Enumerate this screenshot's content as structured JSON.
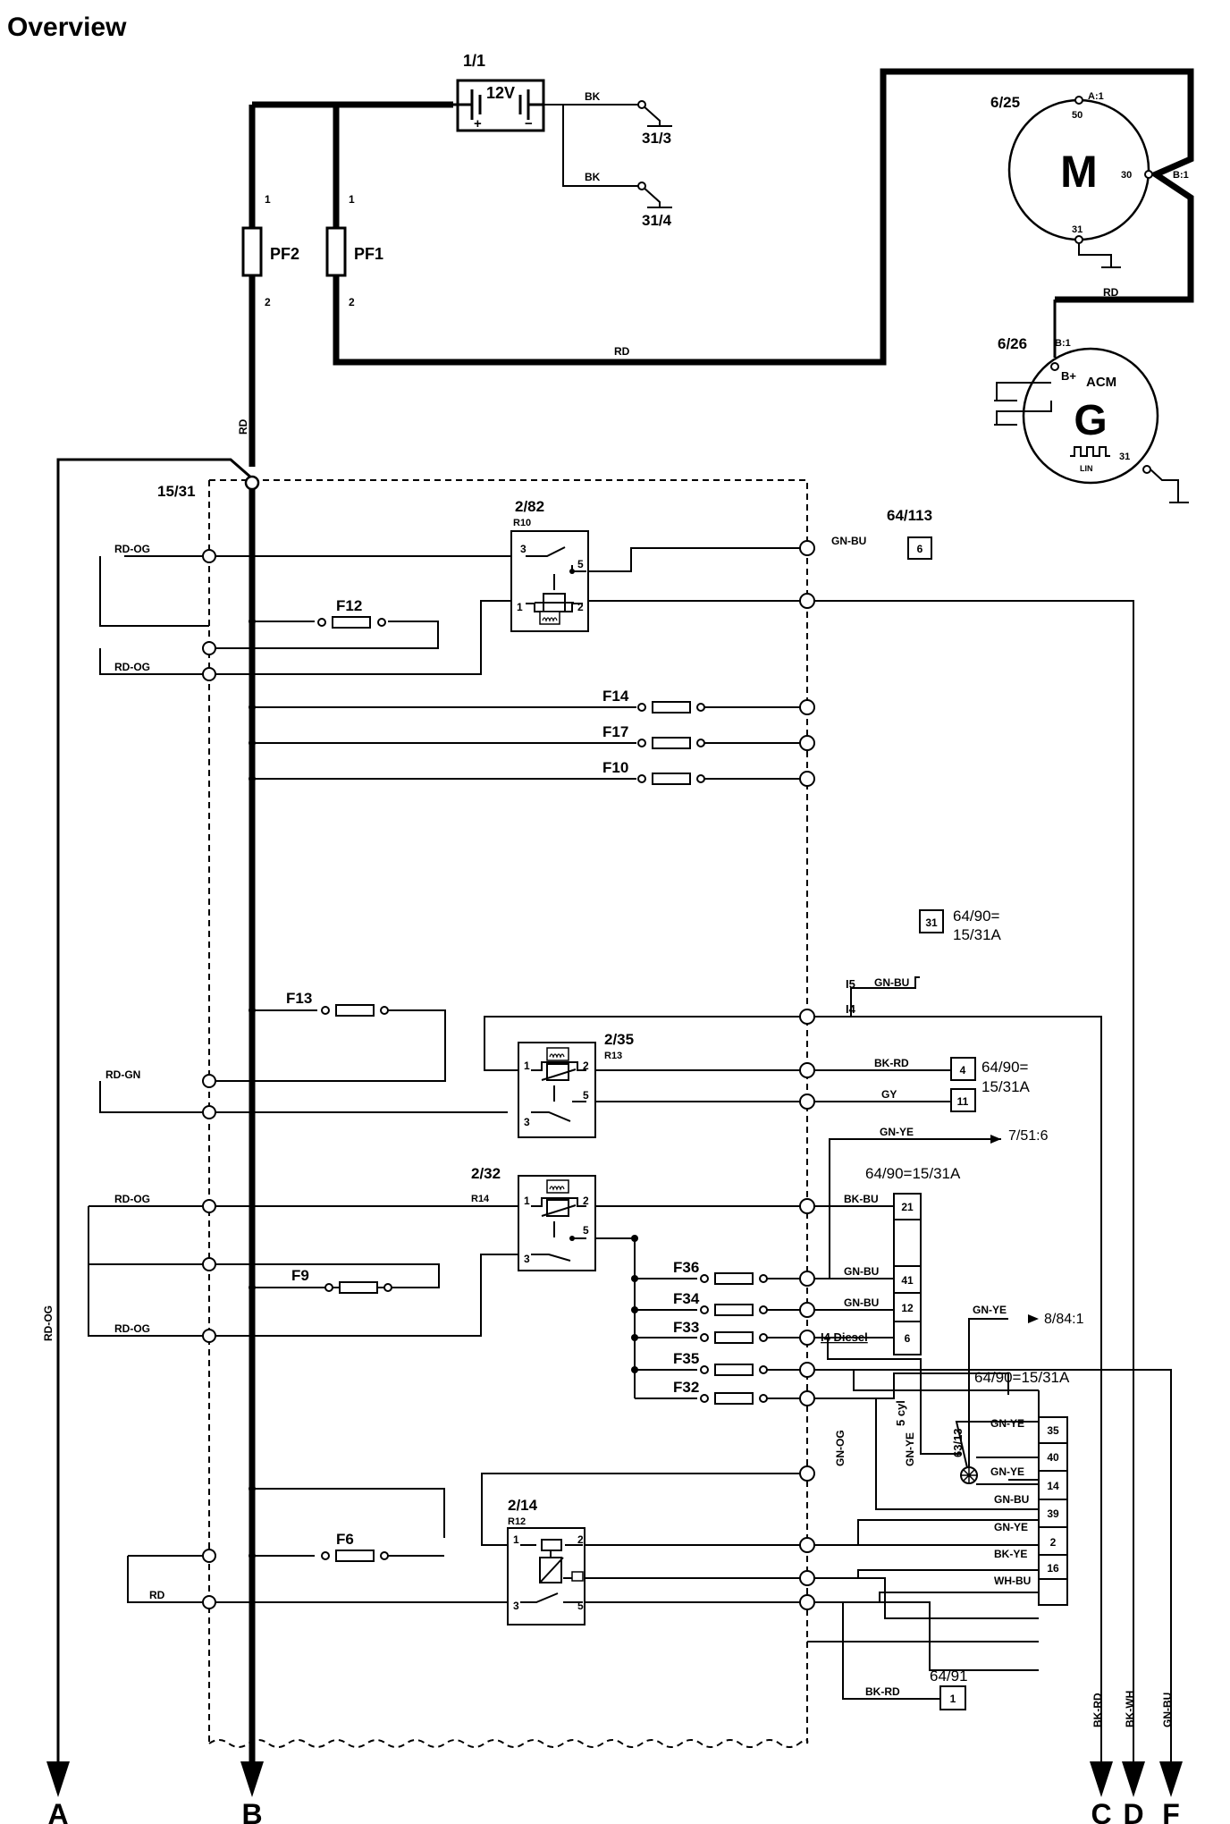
{
  "title": "Overview",
  "battery": {
    "id": "1/1",
    "voltage": "12V",
    "plus": "+",
    "minus": "−"
  },
  "grounds": {
    "g1": "31/3",
    "g2": "31/4",
    "wire": "BK"
  },
  "fuses_main": {
    "pf2": "PF2",
    "pf1": "PF1",
    "pin1": "1",
    "pin2": "2"
  },
  "starter": {
    "id": "6/25",
    "symbol": "M",
    "pin_a": "A:1",
    "pin_50": "50",
    "pin_30": "30",
    "pin_b": "B:1",
    "pin_31": "31"
  },
  "alternator": {
    "id": "6/26",
    "symbol": "G",
    "pin_b": "B:1",
    "pin_bplus": "B+",
    "acm": "ACM",
    "lin": "LIN",
    "pin_31": "31"
  },
  "box": {
    "id": "15/31"
  },
  "relays": {
    "r82": {
      "id": "2/82",
      "ref": "R10"
    },
    "r35": {
      "id": "2/35",
      "ref": "R13"
    },
    "r32": {
      "id": "2/32",
      "ref": "R14"
    },
    "r14": {
      "id": "2/14",
      "ref": "R12"
    },
    "p1": "1",
    "p2": "2",
    "p3": "3",
    "p5": "5"
  },
  "fuses": {
    "f12": "F12",
    "f14": "F14",
    "f17": "F17",
    "f10": "F10",
    "f13": "F13",
    "f9": "F9",
    "f36": "F36",
    "f34": "F34",
    "f33": "F33",
    "f35": "F35",
    "f32": "F32",
    "f6": "F6"
  },
  "connectors": {
    "c64_113": "64/113",
    "c64_90_a": "64/90=",
    "c64_90_a2": "15/31A",
    "c64_90_b": "64/90=",
    "c64_90_b2": "15/31A",
    "c64_90_c": "64/90=15/31A",
    "c64_90_d": "64/90=15/31A",
    "c64_91": "64/91",
    "c63_13": "63/13",
    "ref_7": "7/51:6",
    "ref_8": "8/84:1"
  },
  "pins": [
    "6",
    "31",
    "4",
    "11",
    "21",
    "41",
    "12",
    "6",
    "35",
    "40",
    "14",
    "39",
    "2",
    "16",
    "1"
  ],
  "wires": {
    "rd": "RD",
    "rd_og": "RD-OG",
    "rd_gn": "RD-GN",
    "gn_bu": "GN-BU",
    "bk_rd": "BK-RD",
    "gy": "GY",
    "gn_ye": "GN-YE",
    "bk_bu": "BK-BU",
    "gn_og": "GN-OG",
    "bk_ye": "BK-YE",
    "wh_bu": "WH-BU",
    "bk_wh": "BK-WH"
  },
  "notes": {
    "i5": "I5",
    "i4": "I4",
    "i4_diesel": "I4 Diesel",
    "five_cyl": "5 cyl"
  },
  "outputs": {
    "a": "A",
    "b": "B",
    "c": "C",
    "d": "D",
    "f": "F"
  }
}
